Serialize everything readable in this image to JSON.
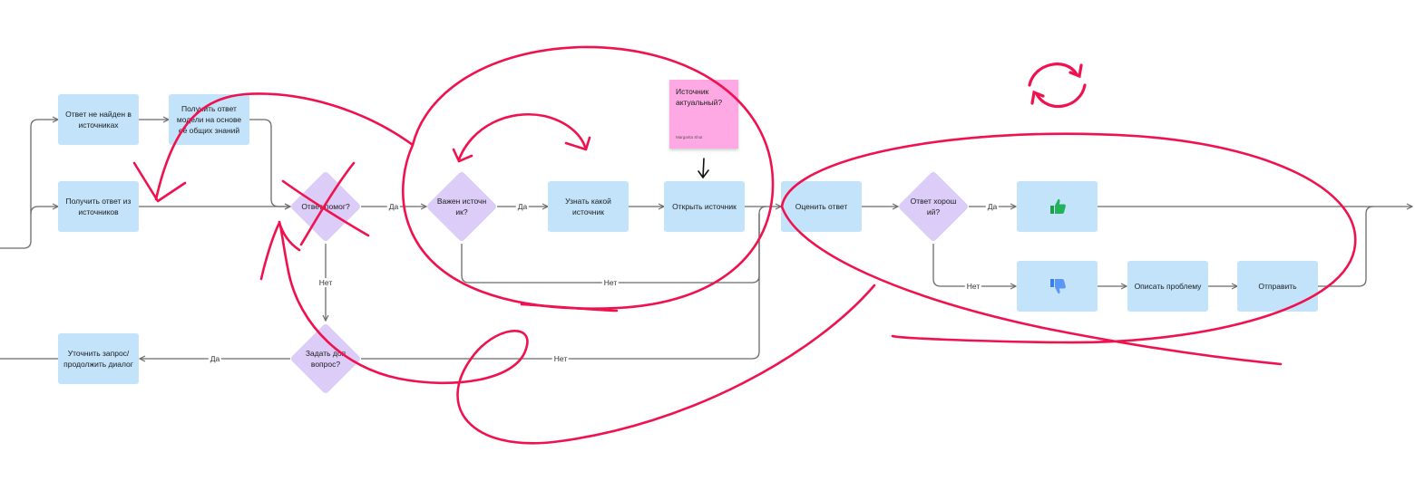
{
  "nodes": {
    "answer_not_found": "Ответ не найден в источниках",
    "get_model_answer": "Получить ответ модели на основе её общих знаний",
    "get_answer_sources": "Получить ответ из источников",
    "find_source": "Узнать какой источник",
    "open_source": "Открыть источник",
    "evaluate_answer": "Оценить ответ",
    "describe_problem": "Описать проблему",
    "send": "Отправить",
    "clarify_request": "Уточнить запрос/ продолжить диалог"
  },
  "decisions": {
    "answer_helped": "Ответ помог?",
    "source_important": "Важен источн ик?",
    "answer_good": "Ответ хорош ий?",
    "ask_more": "Задать доп вопрос?"
  },
  "edge_labels": {
    "yes_1": "Да",
    "yes_2": "Да",
    "yes_3": "Да",
    "yes_4": "Да",
    "no_1": "Нет",
    "no_2": "Нет",
    "no_3": "Нет",
    "no_4": "Нет"
  },
  "sticky": {
    "text": "Источник актуальный?",
    "author": "Margarita Shut"
  },
  "icons": {
    "thumbs_up": "thumbs-up-icon",
    "thumbs_down": "thumbs-down-icon",
    "refresh": "refresh-icon"
  },
  "colors": {
    "process_node": "#c3e3fb",
    "decision_node": "#dbcdf7",
    "sticky_note": "#ffa9e4",
    "connector": "#6b6b6b",
    "annotation_ink": "#f0114f",
    "thumbs_up": "#1f9d4f",
    "thumbs_down": "#4f8ef7"
  }
}
